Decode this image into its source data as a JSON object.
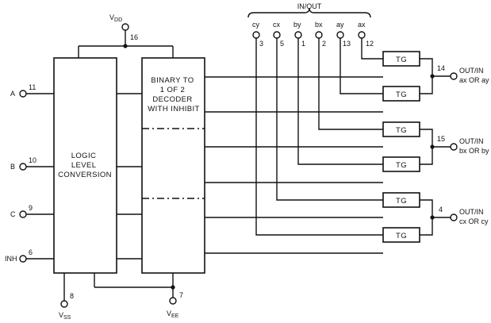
{
  "bus_header": "IN/OUT",
  "supply_top": {
    "label": "VDD",
    "pin": "16"
  },
  "supply_vee": {
    "label": "VEE",
    "pin": "7"
  },
  "supply_vss": {
    "label": "VSS",
    "pin": "8"
  },
  "inputs": [
    {
      "name": "A",
      "pin": "11"
    },
    {
      "name": "B",
      "pin": "10"
    },
    {
      "name": "C",
      "pin": "9"
    },
    {
      "name": "INH",
      "pin": "6"
    }
  ],
  "logic_block": [
    "LOGIC",
    "LEVEL",
    "CONVERSION"
  ],
  "decoder_block": [
    "BINARY TO",
    "1 OF 2",
    "DECODER",
    "WITH INHIBIT"
  ],
  "io_pins": [
    {
      "name": "cy",
      "pin": "3"
    },
    {
      "name": "cx",
      "pin": "5"
    },
    {
      "name": "by",
      "pin": "1"
    },
    {
      "name": "bx",
      "pin": "2"
    },
    {
      "name": "ay",
      "pin": "13"
    },
    {
      "name": "ax",
      "pin": "12"
    }
  ],
  "gate_label": "TG",
  "outputs": [
    {
      "pin": "14",
      "line1": "OUT/IN",
      "line2": "ax OR ay"
    },
    {
      "pin": "15",
      "line1": "OUT/IN",
      "line2": "bx OR by"
    },
    {
      "pin": "4",
      "line1": "OUT/IN",
      "line2": "cx OR cy"
    }
  ]
}
